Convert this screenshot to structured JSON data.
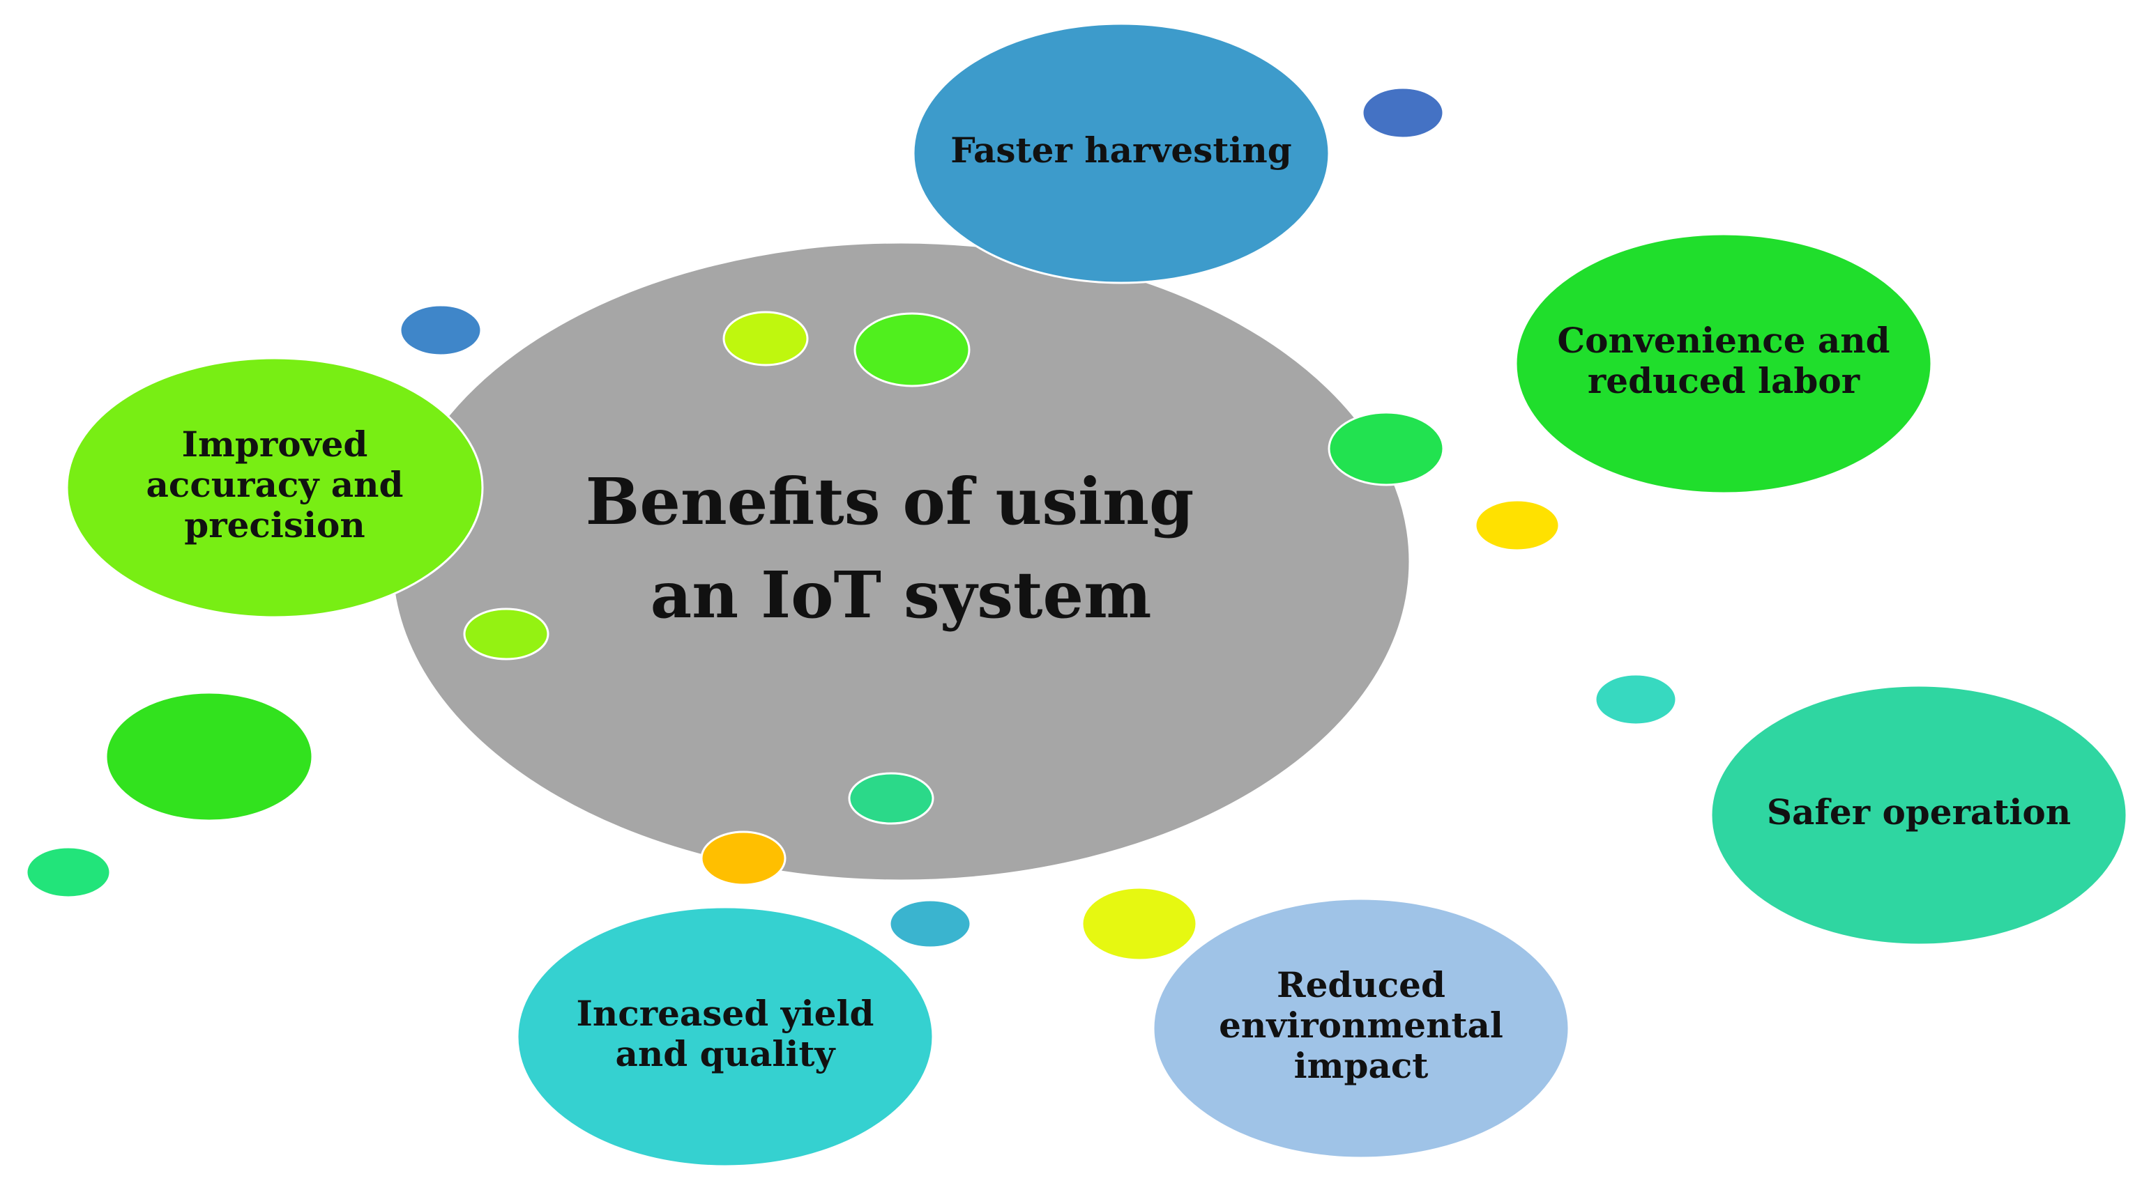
{
  "center": {
    "title_lines": [
      "Benefits of using",
      "an IoT system"
    ],
    "color": "#a6a6a6"
  },
  "benefits": [
    {
      "id": "faster-harvesting",
      "lines": [
        "Faster harvesting"
      ],
      "color": "#3d9bcb"
    },
    {
      "id": "convenience",
      "lines": [
        "Convenience and",
        "reduced labor"
      ],
      "color": "#20de2c"
    },
    {
      "id": "accuracy",
      "lines": [
        "Improved",
        "accuracy and",
        "precision"
      ],
      "color": "#78ee14"
    },
    {
      "id": "safer-operation",
      "lines": [
        "Safer operation"
      ],
      "color": "#2fd6a1"
    },
    {
      "id": "environmental",
      "lines": [
        "Reduced",
        "environmental",
        "impact"
      ],
      "color": "#9fc3e7"
    },
    {
      "id": "yield-quality",
      "lines": [
        "Increased yield",
        "and quality"
      ],
      "color": "#35d1d0"
    }
  ],
  "decorative_dots": [
    {
      "color": "#4472c4"
    },
    {
      "color": "#3f86c9"
    },
    {
      "color": "#bff70e"
    },
    {
      "color": "#50ef1e"
    },
    {
      "color": "#22e250"
    },
    {
      "color": "#ffe100"
    },
    {
      "color": "#94f212"
    },
    {
      "color": "#37d9c0"
    },
    {
      "color": "#32e21e"
    },
    {
      "color": "#22e47a"
    },
    {
      "color": "#2bd989"
    },
    {
      "color": "#ffbf00"
    },
    {
      "color": "#3ab4cf"
    },
    {
      "color": "#e6f811"
    }
  ]
}
